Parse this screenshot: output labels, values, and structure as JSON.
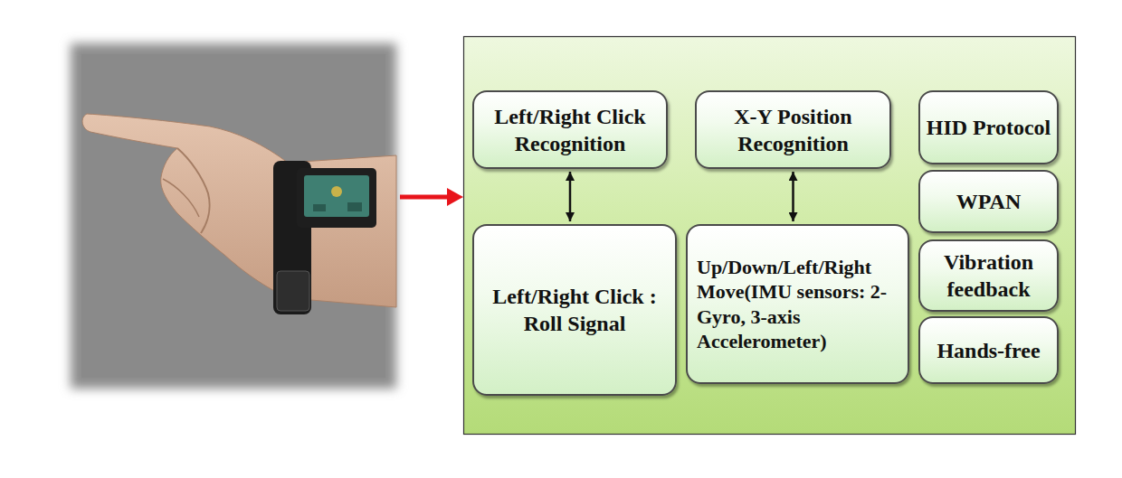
{
  "diagram": {
    "nodes": [
      {
        "text": [
          "Left/Right Click Recognition"
        ]
      },
      {
        "text": [
          "X-Y Position Recognition"
        ]
      },
      {
        "text": [
          "HID Protocol"
        ]
      },
      {
        "text": [
          "WPAN"
        ]
      },
      {
        "text": [
          "Left/Right Click : Roll Signal"
        ]
      },
      {
        "text": [
          "Up/Down/Left/Right Move(IMU sensors: 2-Gyro, 3-axis Accelerometer)"
        ]
      },
      {
        "text": [
          "Vibration feedback"
        ]
      },
      {
        "text": [
          "Hands-free"
        ]
      }
    ],
    "edges": [
      {
        "from": 0,
        "to": 4,
        "arrow": "both"
      },
      {
        "from": 1,
        "to": 5,
        "arrow": "both"
      }
    ]
  }
}
